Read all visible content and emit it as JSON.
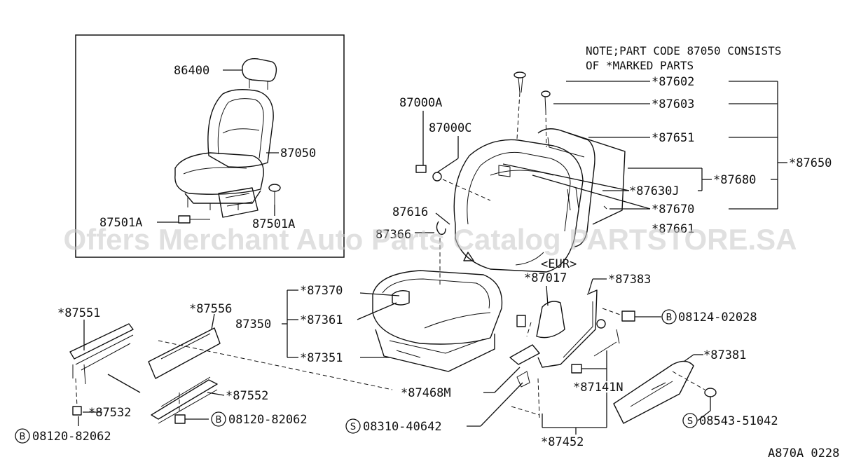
{
  "note": {
    "line1": "NOTE;PART CODE 87050 CONSISTS",
    "line2": "OF *MARKED PARTS"
  },
  "watermark": "Offers Merchant Auto Parts Catalog PARTSTORE.SA",
  "diagram_code": "A870A 0228",
  "inset": {
    "labels": {
      "headrest": "86400",
      "seat_assy": "87050",
      "bolt_left": "87501A",
      "bolt_right": "87501A"
    }
  },
  "labels": {
    "p87000A": "87000A",
    "p87000C": "87000C",
    "p87616": "87616",
    "p87366": "87366",
    "p87602": "*87602",
    "p87603": "*87603",
    "p87651": "*87651",
    "p87650": "*87650",
    "p87680": "*87680",
    "p87630J": "*87630J",
    "p87670": "*87670",
    "p87661": "*87661",
    "eur": "<EUR>",
    "p87017": "*87017",
    "p87383": "*87383",
    "p08124": "08124-02028",
    "p08124_sym": "B",
    "p87370": "*87370",
    "p87361": "*87361",
    "p87350": "87350",
    "p87351": "*87351",
    "p87551": "*87551",
    "p87556": "*87556",
    "p87552": "*87552",
    "p87532": "*87532",
    "p08120a": "08120-82062",
    "p08120a_sym": "B",
    "p08120b": "08120-82062",
    "p08120b_sym": "B",
    "p87468M": "*87468M",
    "p08310": "08310-40642",
    "p08310_sym": "S",
    "p87141N": "*87141N",
    "p87381": "*87381",
    "p08543": "08543-51042",
    "p08543_sym": "S",
    "p87452": "*87452"
  }
}
